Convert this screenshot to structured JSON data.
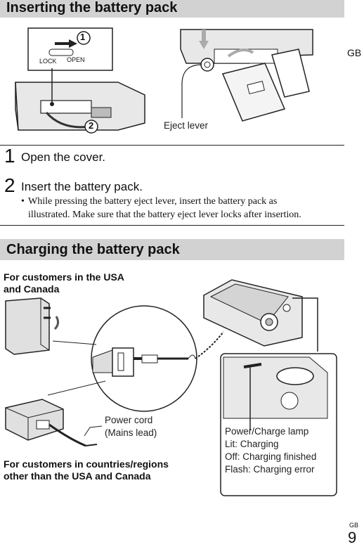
{
  "side_tab": "GB",
  "section1": {
    "title": "Inserting the battery pack",
    "fig": {
      "callout1": "1",
      "callout2": "2",
      "lock": "LOCK",
      "open": "OPEN",
      "eject_lever": "Eject lever"
    },
    "steps": [
      {
        "num": "1",
        "text": "Open the cover."
      },
      {
        "num": "2",
        "text": "Insert the battery pack."
      }
    ],
    "bullet": "•",
    "note_line1": "While pressing the battery eject lever, insert the battery pack as",
    "note_line2": "illustrated. Make sure that the battery eject lever locks after insertion."
  },
  "section2": {
    "title": "Charging the battery pack",
    "usa_line1": "For customers in the USA",
    "usa_line2": "and Canada",
    "other_line1": "For customers in countries/regions",
    "other_line2": "other than the USA and Canada",
    "power_cord_line1": "Power cord",
    "power_cord_line2": "(Mains lead)",
    "lamp": {
      "line1": "Power/Charge lamp",
      "line2": "Lit: Charging",
      "line3": "Off: Charging finished",
      "line4": "Flash: Charging error"
    }
  },
  "footer": {
    "region": "GB",
    "page": "9"
  }
}
